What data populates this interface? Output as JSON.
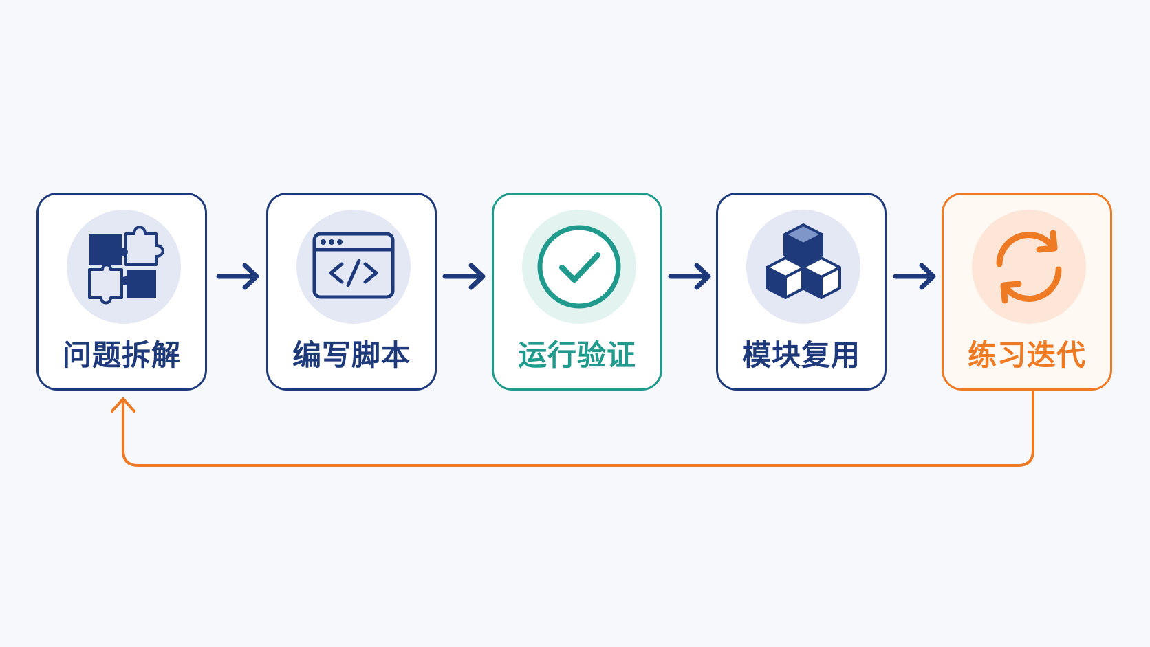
{
  "diagram": {
    "steps": [
      {
        "label": "问题拆解",
        "icon": "puzzle-icon",
        "color": "#1e3a7b"
      },
      {
        "label": "编写脚本",
        "icon": "code-window-icon",
        "color": "#1e3a7b"
      },
      {
        "label": "运行验证",
        "icon": "check-circle-icon",
        "color": "#1f9a8c"
      },
      {
        "label": "模块复用",
        "icon": "cubes-icon",
        "color": "#1e3a7b"
      },
      {
        "label": "练习迭代",
        "icon": "refresh-icon",
        "color": "#ee7a24"
      }
    ],
    "colors": {
      "navy": "#1e3a7b",
      "teal": "#1f9a8c",
      "orange": "#ee7a24",
      "background": "#f7f8fb"
    }
  }
}
